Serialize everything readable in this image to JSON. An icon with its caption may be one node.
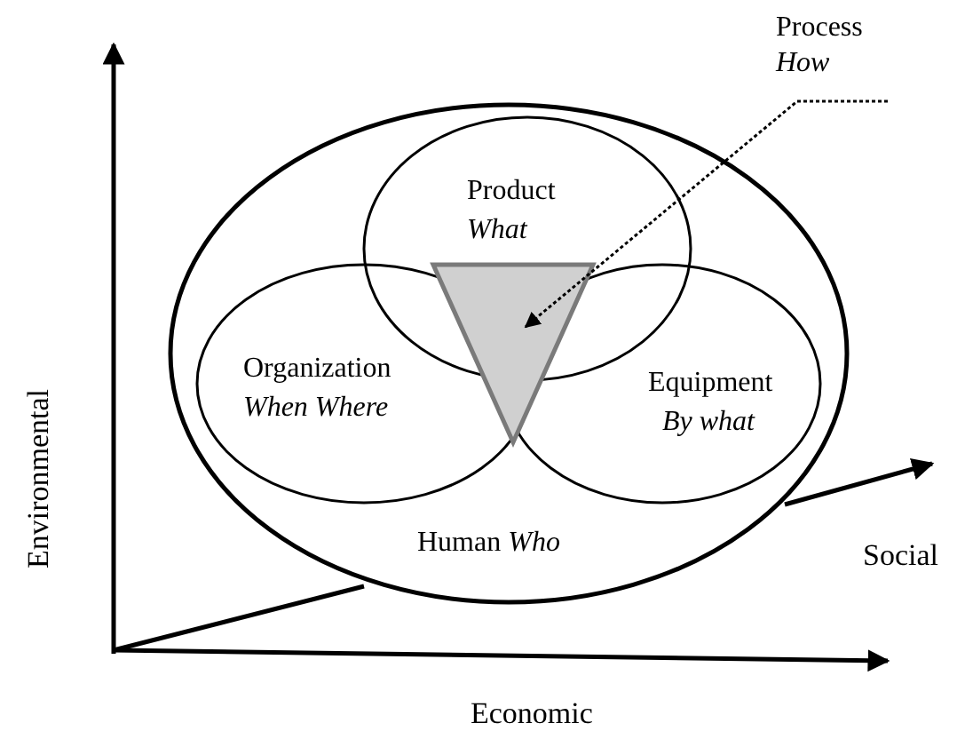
{
  "diagram": {
    "nodes": [
      {
        "text": [
          "Human *Who*"
        ]
      },
      {
        "text": [
          "Product",
          "What"
        ],
        "in": 0
      },
      {
        "text": [
          "Organization",
          "When Where"
        ],
        "in": 0
      },
      {
        "text": [
          "Equipment",
          "By what"
        ],
        "in": 0
      },
      {
        "text": [],
        "shape": "triangle",
        "in": 0
      },
      {
        "text": [
          "Process",
          "How"
        ]
      }
    ],
    "edges": [
      {
        "from": 5,
        "to": 4,
        "arrow": "to",
        "style": "dashed"
      }
    ],
    "labels": [
      "Environmental",
      "Social",
      "Economic"
    ]
  }
}
